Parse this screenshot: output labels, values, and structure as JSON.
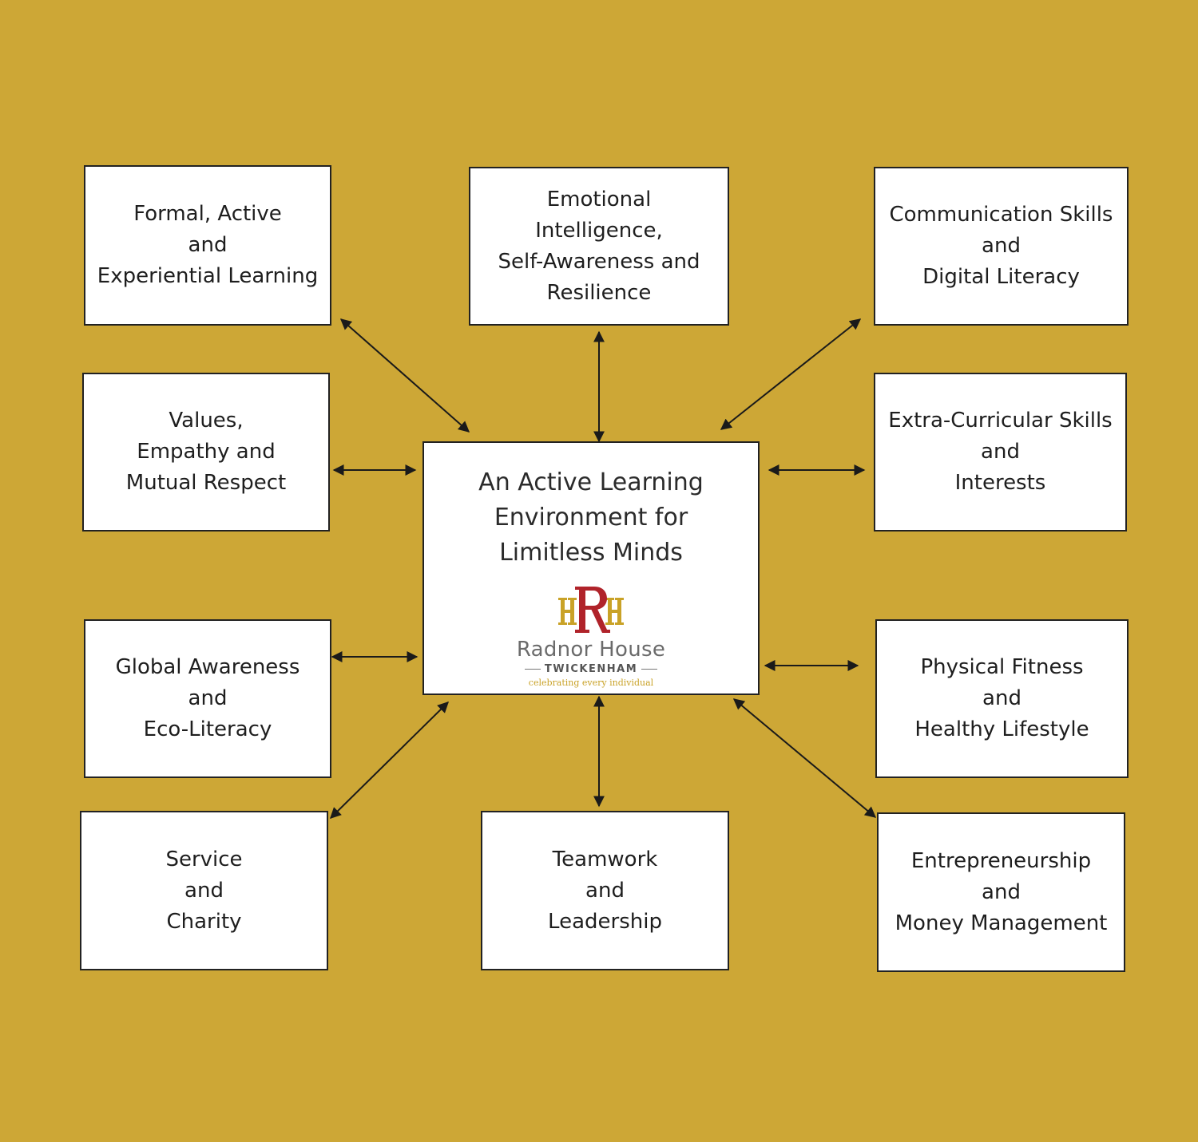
{
  "diagram": {
    "center": {
      "title_lines": [
        "An Active Learning",
        "Environment for",
        "Limitless Minds"
      ],
      "logo": {
        "monogram": "HRH",
        "name": "Radnor House",
        "location": "TWICKENHAM",
        "tagline": "celebrating every individual"
      }
    },
    "nodes": {
      "formal": [
        "Formal, Active",
        "and",
        "Experiential Learning"
      ],
      "emotional": [
        "Emotional",
        "Intelligence,",
        "Self-Awareness and",
        "Resilience"
      ],
      "communication": [
        "Communication Skills",
        "and",
        "Digital Literacy"
      ],
      "values": [
        "Values,",
        "Empathy and",
        "Mutual Respect"
      ],
      "extracurricular": [
        "Extra-Curricular Skills",
        "and",
        "Interests"
      ],
      "global": [
        "Global Awareness",
        "and",
        "Eco-Literacy"
      ],
      "physical": [
        "Physical Fitness",
        "and",
        "Healthy Lifestyle"
      ],
      "service": [
        "Service",
        "and",
        "Charity"
      ],
      "teamwork": [
        "Teamwork",
        "and",
        "Leadership"
      ],
      "entrepreneurship": [
        "Entrepreneurship",
        "and",
        "Money Management"
      ]
    },
    "colors": {
      "background": "#CDA736",
      "box": "#FFFFFF",
      "border": "#222222",
      "logo_red": "#B0232A",
      "logo_gold": "#C9A227"
    }
  }
}
